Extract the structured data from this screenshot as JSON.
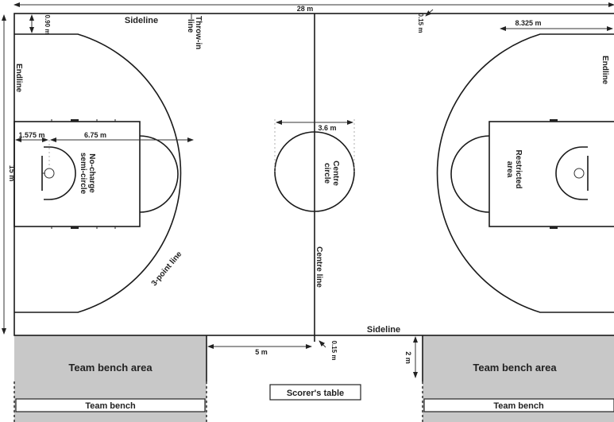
{
  "dimensions": {
    "length": "28 m",
    "width": "15 m",
    "sideline_to_3pt": "0.90 m",
    "throwin_offset": "0.15 m",
    "right_3pt_offset": "8.325 m",
    "endline_to_basket": "1.575 m",
    "three_point_radius": "6.75 m",
    "centre_circle_diameter": "3.6 m",
    "bench_to_centre": "5 m",
    "centre_line_offset": "0.15 m",
    "bench_depth": "2 m"
  },
  "labels": {
    "sideline_top": "Sideline",
    "sideline_bottom": "Sideline",
    "throw_in_1": "Throw-in",
    "throw_in_2": "line",
    "endline_left": "Endline",
    "endline_right": "Endline",
    "no_charge_1": "No-charge",
    "no_charge_2": "semi-circle",
    "centre_circle_1": "Centre",
    "centre_circle_2": "circle",
    "centre_line": "Centre line",
    "restricted_1": "Restricted",
    "restricted_2": "area",
    "three_point_line": "3-point line",
    "team_bench_area_left": "Team bench area",
    "team_bench_area_right": "Team bench area",
    "team_bench_left": "Team bench",
    "team_bench_right": "Team bench",
    "scorers_table": "Scorer's table"
  },
  "colors": {
    "bench_area": "#c8c8c8",
    "lines": "#1a1a1a"
  }
}
